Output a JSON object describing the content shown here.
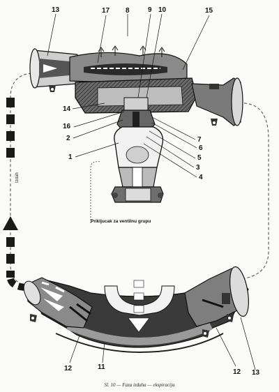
{
  "figure": {
    "caption": "Sl. 10 — Faza izdaha — ekspiracija",
    "tube_label": "Prikljucak za ventilnu grupu",
    "side_label": "Izdah",
    "labels": {
      "n13a": "13",
      "n17": "17",
      "n8": "8",
      "n9": "9",
      "n10": "10",
      "n15": "15",
      "n14": "14",
      "n16": "16",
      "n2": "2",
      "n1": "1",
      "n7": "7",
      "n6": "6",
      "n5": "5",
      "n3": "3",
      "n4": "4",
      "n12a": "12",
      "n11": "11",
      "n12b": "12",
      "n13b": "13"
    },
    "colors": {
      "ink": "#1a1a1a",
      "shade": "#3a3a3a",
      "grey": "#9a9a9a",
      "paper": "#fbfbf9"
    }
  }
}
